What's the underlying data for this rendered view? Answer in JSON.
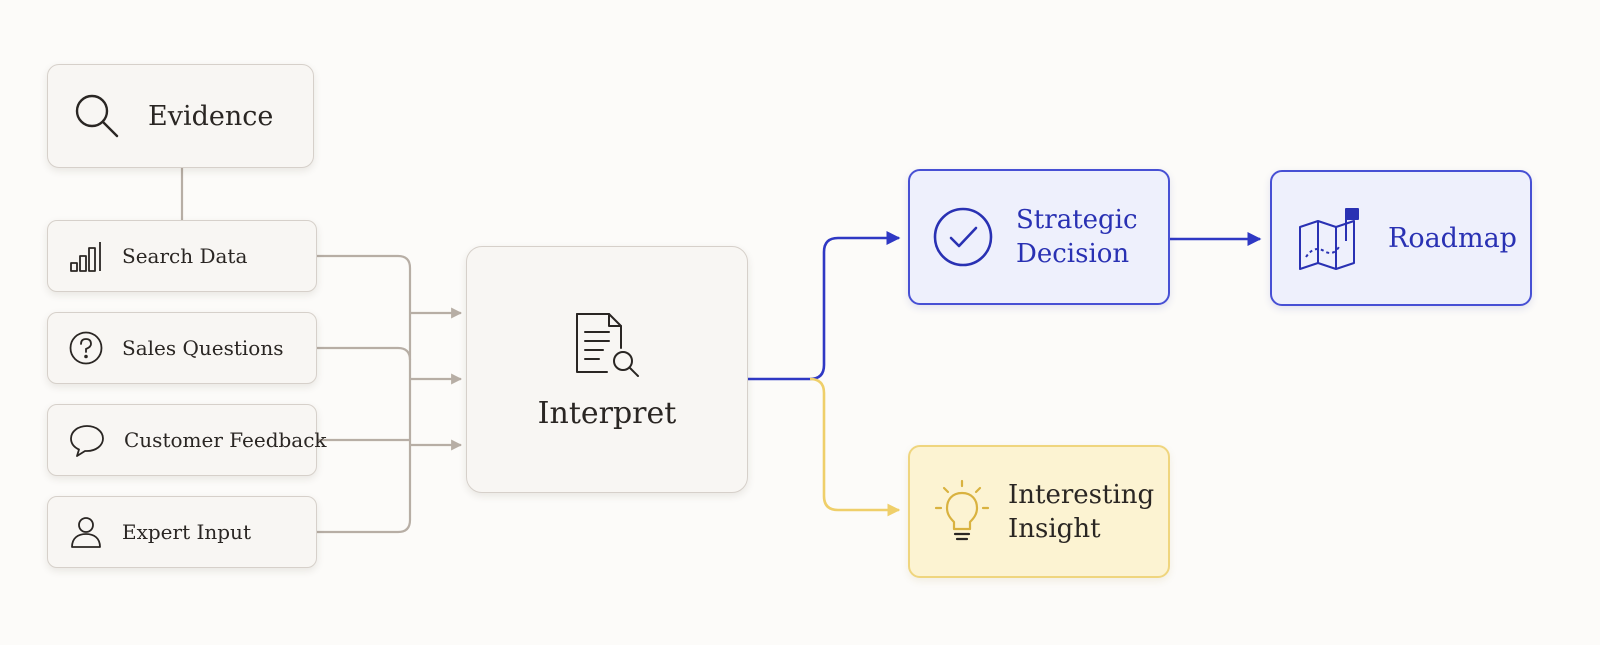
{
  "nodes": {
    "evidence": "Evidence",
    "sources": [
      "Search Data",
      "Sales Questions",
      "Customer Feedback",
      "Expert Input"
    ],
    "interpret": "Interpret",
    "strategic_line1": "Strategic",
    "strategic_line2": "Decision",
    "roadmap": "Roadmap",
    "insight_line1": "Interesting",
    "insight_line2": "Insight"
  },
  "icons": {
    "evidence": "magnifier-icon",
    "search_data": "bar-chart-icon",
    "sales_questions": "question-mark-icon",
    "customer_feedback": "speech-bubble-icon",
    "expert_input": "person-icon",
    "interpret": "document-search-icon",
    "strategic_decision": "check-circle-icon",
    "roadmap": "map-flag-icon",
    "interesting_insight": "lightbulb-icon"
  },
  "colors": {
    "neutral_line": "#b7aea5",
    "decision_blue": "#2f38c4",
    "insight_yellow": "#efcf6a",
    "neutral_fill": "#f8f6f3",
    "blue_fill": "#eef0fc",
    "yellow_fill": "#fcf3d2"
  }
}
